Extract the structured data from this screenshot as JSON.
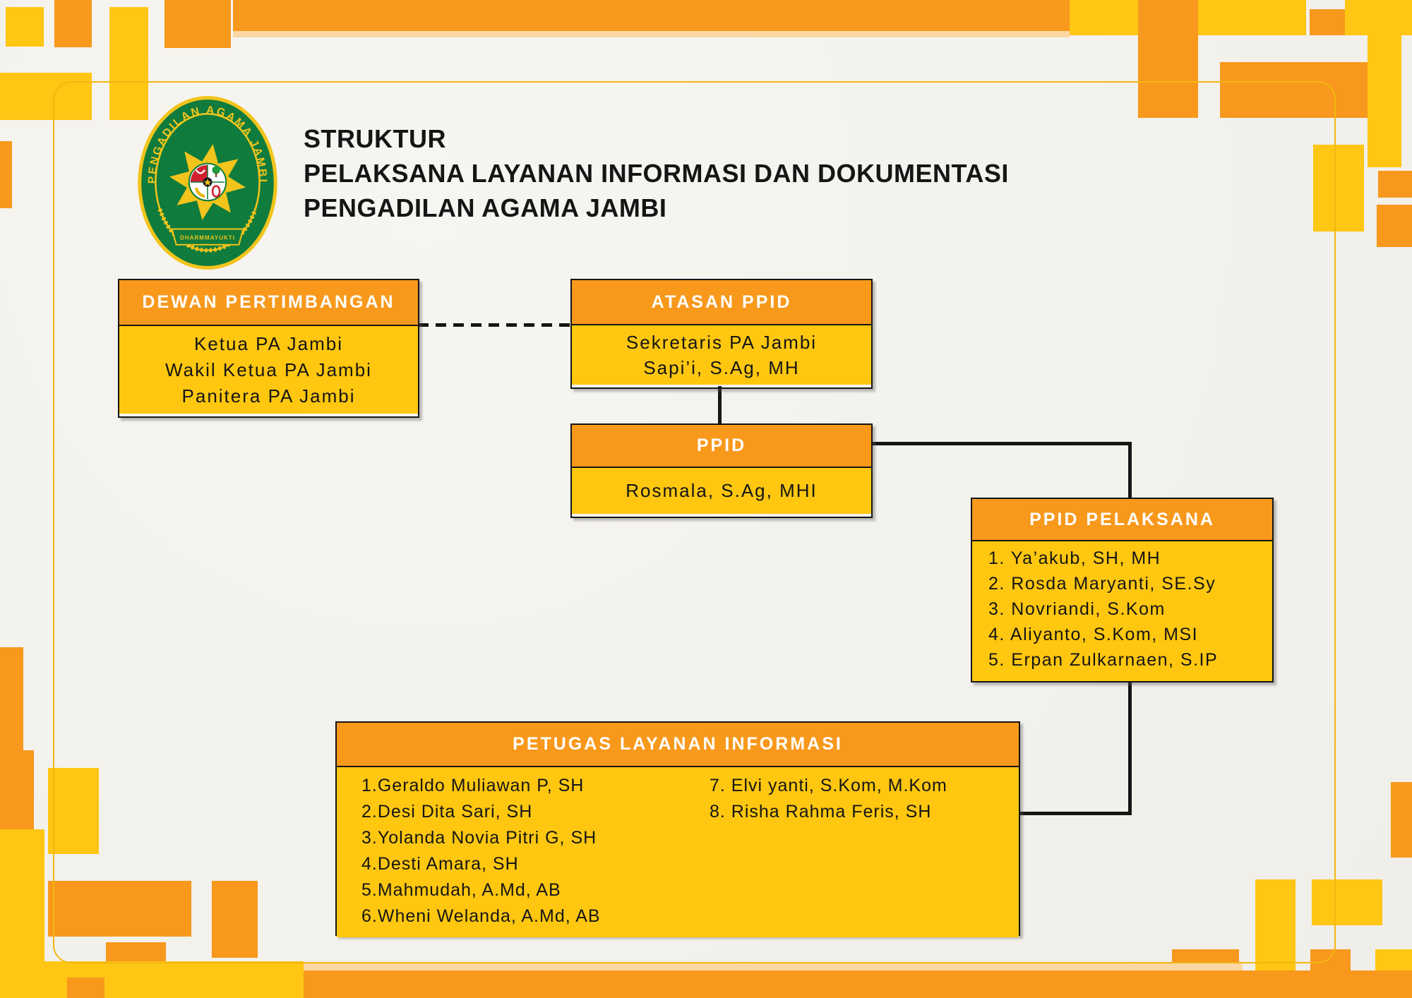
{
  "palette": {
    "orange": "#F8981D",
    "yellow": "#FFC613",
    "peach": "#FBD7A4",
    "frame_line": "#F3B611",
    "box_header_bg": "#F8991C",
    "box_body_bg": "#FFC70F",
    "text_dark": "#151515",
    "logo_green": "#0F7B3C",
    "logo_gold": "#F2C41C"
  },
  "logo": {
    "ring_text": "PENGADILAN AGAMA JAMBI",
    "banner_text": "DHARMMAYUKTI"
  },
  "title": {
    "line1": "STRUKTUR",
    "line2": "PELAKSANA LAYANAN INFORMASI DAN DOKUMENTASI",
    "line3": "PENGADILAN AGAMA JAMBI"
  },
  "org": {
    "dewan": {
      "header": "DEWAN PERTIMBANGAN",
      "members": [
        "Ketua PA Jambi",
        "Wakil Ketua PA Jambi",
        "Panitera PA Jambi"
      ]
    },
    "atasan": {
      "header": "ATASAN PPID",
      "members": [
        "Sekretaris PA Jambi",
        "Sapi’i, S.Ag, MH"
      ]
    },
    "ppid": {
      "header": "PPID",
      "members": [
        "Rosmala, S.Ag, MHI"
      ]
    },
    "pelaksana": {
      "header": "PPID PELAKSANA",
      "members": [
        "1. Ya’akub, SH, MH",
        "2. Rosda Maryanti, SE.Sy",
        "3. Novriandi, S.Kom",
        "4. Aliyanto, S.Kom, MSI",
        "5. Erpan Zulkarnaen, S.IP"
      ]
    },
    "petugas": {
      "header": "PETUGAS LAYANAN INFORMASI",
      "col1": [
        "1.Geraldo Muliawan P, SH",
        "2.Desi Dita Sari, SH",
        "3.Yolanda Novia Pitri G, SH",
        "4.Desti Amara, SH",
        "5.Mahmudah, A.Md, AB",
        "6.Wheni Welanda, A.Md, AB"
      ],
      "col2": [
        "7. Elvi yanti, S.Kom, M.Kom",
        "8. Risha Rahma Feris, SH"
      ]
    }
  }
}
